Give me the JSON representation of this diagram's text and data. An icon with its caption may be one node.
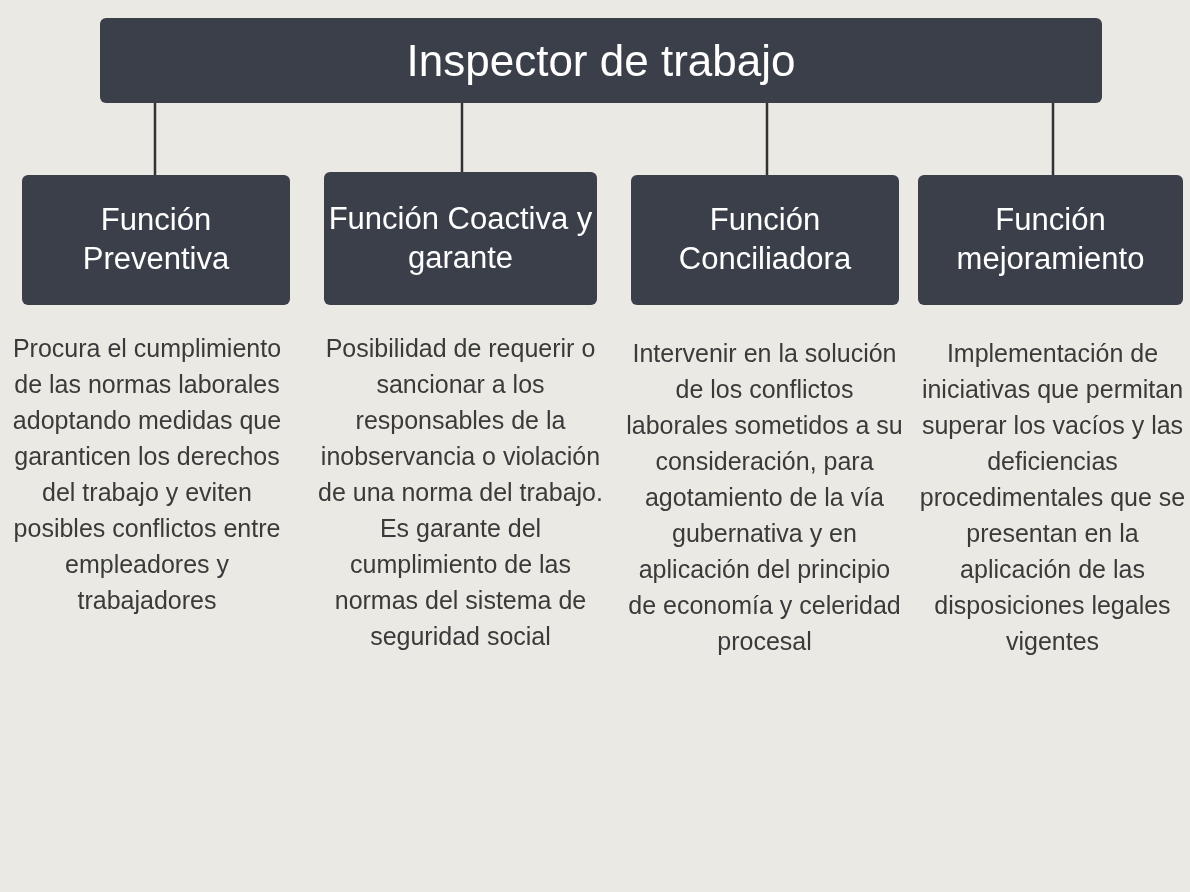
{
  "diagram": {
    "nodes": [
      {
        "text": [
          "Inspector de trabajo"
        ]
      },
      {
        "text": [
          "Función Preventiva"
        ],
        "beside": [
          "Procura el cumplimiento de las normas laborales adoptando medidas que garanticen los derechos del trabajo y eviten posibles conflictos entre empleadores y trabajadores"
        ]
      },
      {
        "text": [
          "Función Coactiva y garante"
        ],
        "beside": [
          "Posibilidad de requerir o sancionar a los responsables de la inobservancia o violación de una norma del trabajo.",
          "Es garante del cumplimiento de las normas del sistema de seguridad social"
        ]
      },
      {
        "text": [
          "Función Conciliadora"
        ],
        "beside": [
          "Intervenir en la solución de los conflictos laborales sometidos a su consideración, para agotamiento de la vía gubernativa y en aplicación del principio de economía y celeridad procesal"
        ]
      },
      {
        "text": [
          "Función mejoramiento"
        ],
        "beside": [
          "Implementación de iniciativas que permitan superar los vacíos y las deficiencias procedimentales que se presentan en la aplicación de las disposiciones legales vigentes"
        ]
      }
    ],
    "edges": [
      {
        "from": 0,
        "to": 1,
        "arrow": "none"
      },
      {
        "from": 0,
        "to": 2,
        "arrow": "none"
      },
      {
        "from": 0,
        "to": 3,
        "arrow": "none"
      },
      {
        "from": 0,
        "to": 4,
        "arrow": "none"
      }
    ]
  }
}
